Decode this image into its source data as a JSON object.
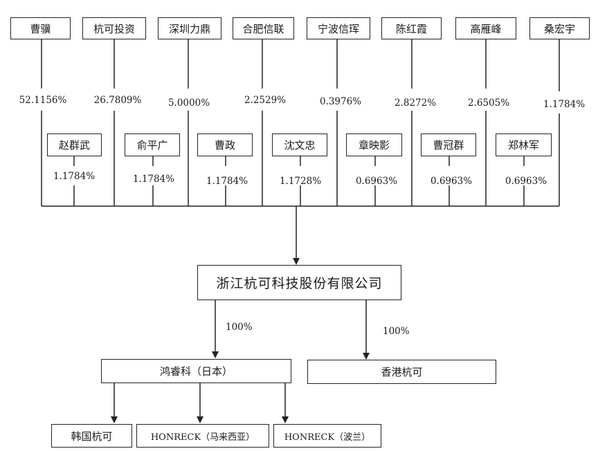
{
  "top_shareholders": [
    {
      "name": "曹骥",
      "pct": "52.1156%"
    },
    {
      "name": "杭可投资",
      "pct": "26.7809%"
    },
    {
      "name": "深圳力鼎",
      "pct": "5.0000%"
    },
    {
      "name": "合肥信联",
      "pct": "2.2529%"
    },
    {
      "name": "宁波信珲",
      "pct": "0.3976%"
    },
    {
      "name": "陈红霞",
      "pct": "2.8272%"
    },
    {
      "name": "高雁峰",
      "pct": "2.6505%"
    },
    {
      "name": "桑宏宇",
      "pct": "1.1784%"
    }
  ],
  "second_shareholders": [
    {
      "name": "赵群武",
      "pct": "1.1784%"
    },
    {
      "name": "俞平广",
      "pct": "1.1784%"
    },
    {
      "name": "曹政",
      "pct": "1.1784%"
    },
    {
      "name": "沈文忠",
      "pct": "1.1728%"
    },
    {
      "name": "章映影",
      "pct": "0.6963%"
    },
    {
      "name": "曹冠群",
      "pct": "0.6963%"
    },
    {
      "name": "郑林军",
      "pct": "0.6963%"
    }
  ],
  "company": {
    "name": "浙江杭可科技股份有限公司"
  },
  "subsidiaries": [
    {
      "name": "鸿睿科（日本）",
      "pct": "100%"
    },
    {
      "name": "香港杭可",
      "pct": "100%"
    }
  ],
  "sub_subsidiaries": [
    {
      "name": "韩国杭可"
    },
    {
      "name": "HONRECK（马来西亚）"
    },
    {
      "name": "HONRECK（波兰）"
    }
  ]
}
